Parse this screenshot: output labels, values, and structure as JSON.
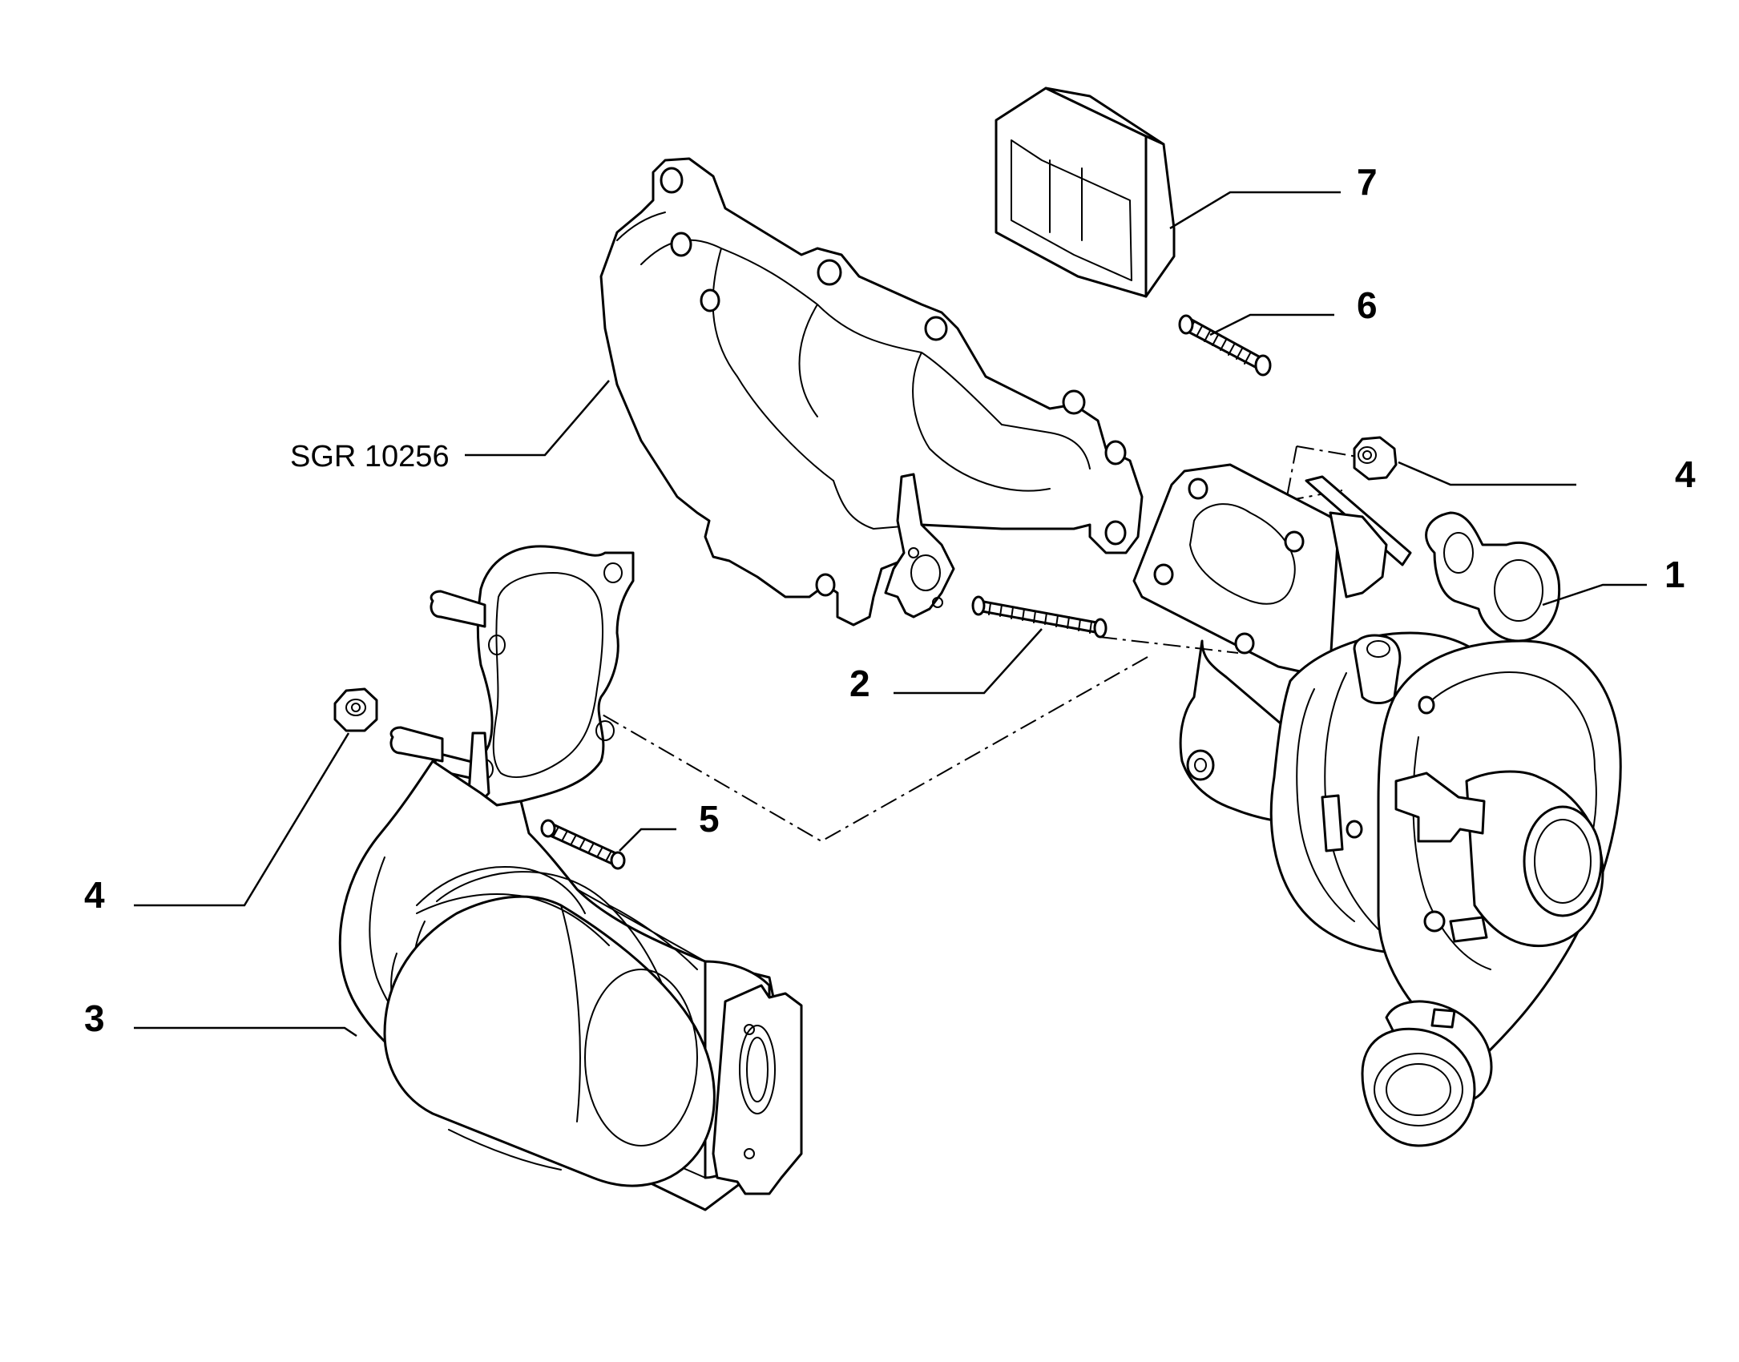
{
  "diagram": {
    "reference_code": "SGR 10256",
    "callouts": [
      {
        "id": "callout-7",
        "label": "7"
      },
      {
        "id": "callout-6",
        "label": "6"
      },
      {
        "id": "callout-4-right",
        "label": "4"
      },
      {
        "id": "callout-1",
        "label": "1"
      },
      {
        "id": "callout-2",
        "label": "2"
      },
      {
        "id": "callout-5",
        "label": "5"
      },
      {
        "id": "callout-4-left",
        "label": "4"
      },
      {
        "id": "callout-3",
        "label": "3"
      }
    ]
  },
  "colors": {
    "line": "#000000",
    "background": "#ffffff"
  }
}
